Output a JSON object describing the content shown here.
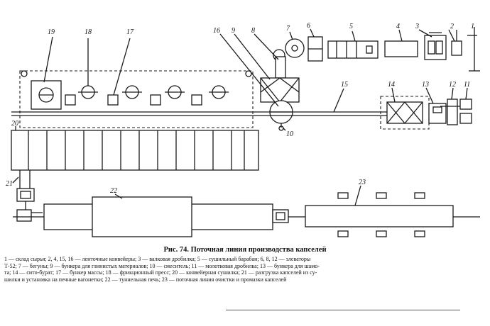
{
  "figure": {
    "title": "Рис. 74. Поточная линия производства капселей",
    "legend_lines": [
      "1 — склад сырья; 2, 4, 15, 16 — ленточные конвейеры; 3 — валковая дробилка; 5 — сушильный барабан; 6, 8, 12 — элеваторы",
      "Т-52; 7 — бегуны; 9 — бункера для глинистых материалов; 10 — смеситель; 11 — молотковая дробилка; 13 — бункера для шамо-",
      "та; 14 — сито-бурат; 17 — бункер массы; 18 — фрикционный пресс; 20 — конвейерная сушилка; 21 — разгрузка капселей из су-",
      "шилки и установка на печные вагонетки; 22 — туннельная печь; 23 — поточная линия очистки и промазки капселей"
    ],
    "labels": {
      "n1": "1",
      "n2": "2",
      "n3": "3",
      "n4": "4",
      "n5": "5",
      "n6": "6",
      "n7": "7",
      "n8": "8",
      "n9": "9",
      "n10": "10",
      "n11": "11",
      "n12": "12",
      "n13": "13",
      "n14": "14",
      "n15": "15",
      "n16": "16",
      "n17": "17",
      "n18": "18",
      "n19": "19",
      "n20": "20",
      "n21": "21",
      "n22": "22",
      "n23": "23"
    }
  }
}
